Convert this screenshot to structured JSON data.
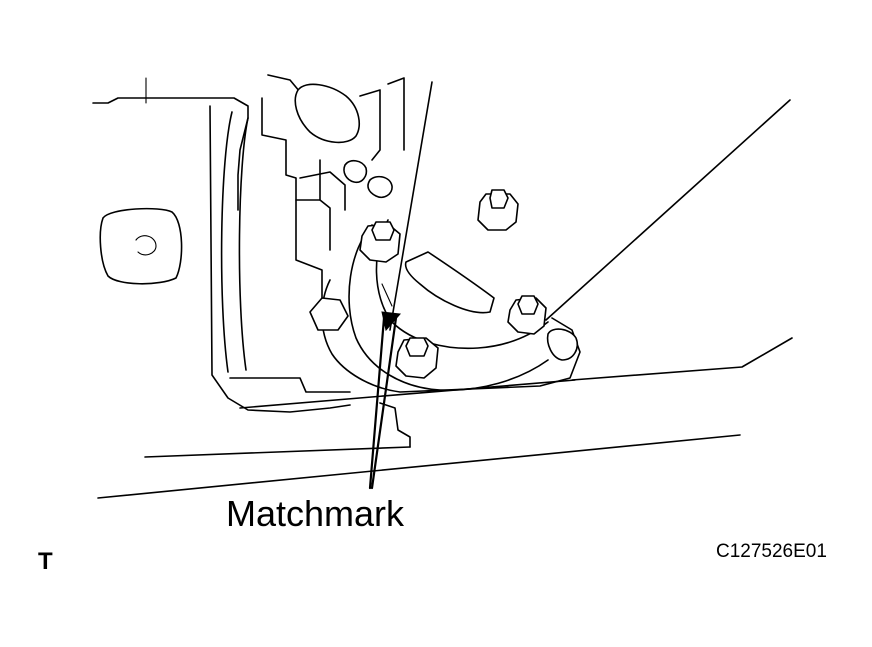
{
  "figure": {
    "callout_label": "Matchmark",
    "figure_code": "C127526E01",
    "corner_mark": "T"
  },
  "colors": {
    "ink": "#000000",
    "paper": "#ffffff"
  }
}
